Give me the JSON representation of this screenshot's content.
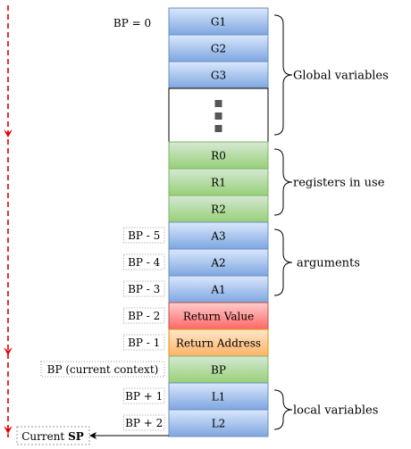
{
  "colors": {
    "blue_fill_top": "#dae8fc",
    "blue_fill_bottom": "#7ea6e0",
    "blue_stroke": "#6c8ebf",
    "green_fill_top": "#d5e8d4",
    "green_fill_bottom": "#97d077",
    "green_stroke": "#82b366",
    "red_fill_top": "#ffcccc",
    "red_fill_bottom": "#ff6666",
    "red_stroke": "#b85450",
    "orange_fill_top": "#ffe6cc",
    "orange_fill_bottom": "#ffb366",
    "orange_stroke": "#d79b00",
    "arrow_red": "#e00000"
  },
  "top_label": "BP = 0",
  "stack": [
    {
      "label": "G1",
      "tone": "blue"
    },
    {
      "label": "G2",
      "tone": "blue"
    },
    {
      "label": "G3",
      "tone": "blue"
    },
    {
      "label": "",
      "tone": "white",
      "marker": "vertical-ellipsis"
    },
    {
      "label": "R0",
      "tone": "green"
    },
    {
      "label": "R1",
      "tone": "green"
    },
    {
      "label": "R2",
      "tone": "green"
    },
    {
      "label": "A3",
      "tone": "blue",
      "side": "BP - 5"
    },
    {
      "label": "A2",
      "tone": "blue",
      "side": "BP - 4"
    },
    {
      "label": "A1",
      "tone": "blue",
      "side": "BP - 3"
    },
    {
      "label": "Return Value",
      "tone": "red",
      "side": "BP - 2"
    },
    {
      "label": "Return Address",
      "tone": "orange",
      "side": "BP - 1"
    },
    {
      "label": "BP",
      "tone": "green",
      "side": "BP (current context)"
    },
    {
      "label": "L1",
      "tone": "blue",
      "side": "BP + 1"
    },
    {
      "label": "L2",
      "tone": "blue",
      "side": "BP + 2"
    }
  ],
  "groups": [
    {
      "label": "Global variables",
      "from": 0,
      "to": 3
    },
    {
      "label": "registers in use",
      "from": 4,
      "to": 6
    },
    {
      "label": "arguments",
      "from": 7,
      "to": 9
    },
    {
      "label": "local variables",
      "from": 13,
      "to": 14
    }
  ],
  "stack_pointer": {
    "prefix": "Current ",
    "strong": "SP"
  }
}
